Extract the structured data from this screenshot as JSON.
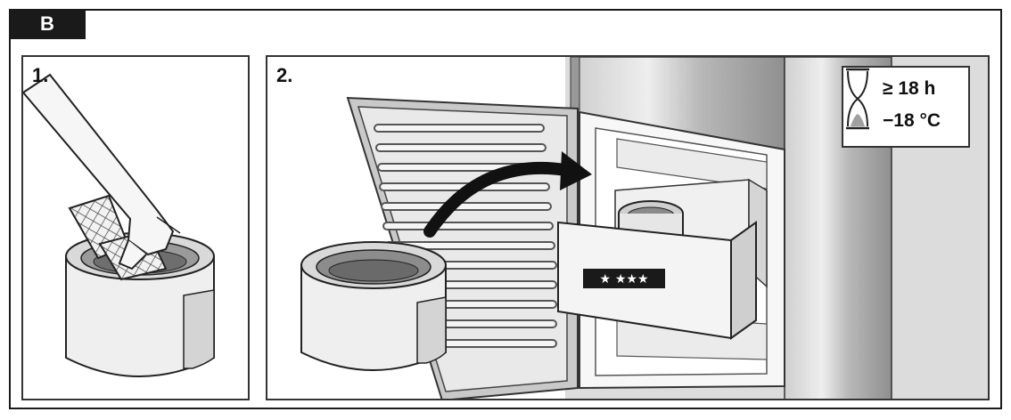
{
  "section": {
    "label": "B"
  },
  "steps": [
    {
      "number": "1."
    },
    {
      "number": "2."
    }
  ],
  "freezing_spec": {
    "duration": "≥ 18 h",
    "temperature": "−18 °C",
    "icon": "hourglass-icon"
  },
  "freezer_drawer": {
    "star_rating": "★ ★★★"
  },
  "colors": {
    "ink": "#1a1a1a",
    "steel_light": "#e6e6e6",
    "steel_mid": "#bdbdbd",
    "steel_dark": "#8a8a8a"
  }
}
